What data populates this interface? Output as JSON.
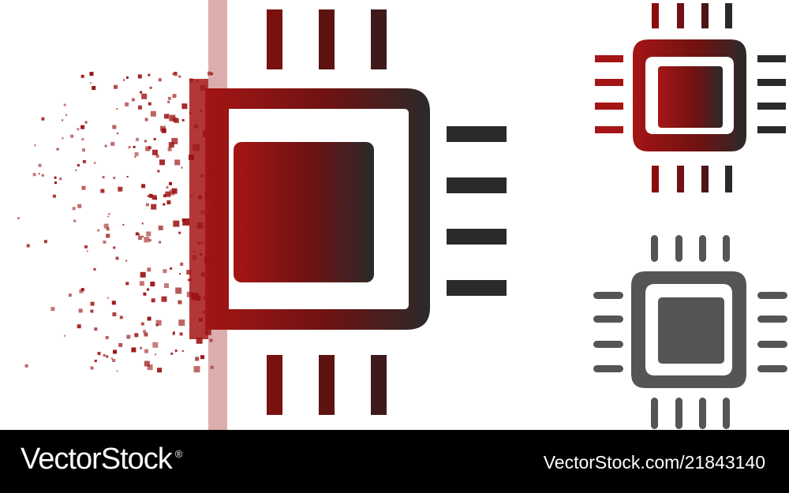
{
  "illustration": {
    "subject": "cpu-chip",
    "colors": {
      "dark_red": "#8b0d0d",
      "mid_red": "#a51515",
      "dark": "#2a2a2a",
      "gray": "#555555",
      "background": "#ffffff"
    }
  },
  "footer": {
    "brand": "VectorStock",
    "brand_mark": "®",
    "stock_id": "VectorStock.com/21843140",
    "background": "#000000",
    "text_color": "#ffffff"
  }
}
